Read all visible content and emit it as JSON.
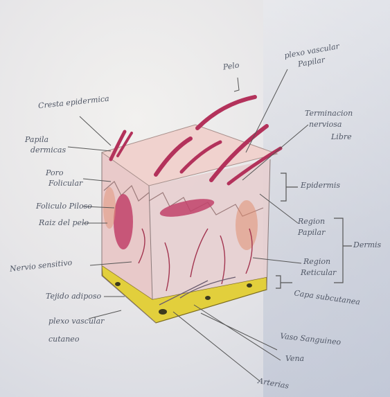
{
  "labels": {
    "pelo": "Pelo",
    "plexo_vascular_papilar_1": "plexo vascular",
    "plexo_vascular_papilar_2": "Papilar",
    "cresta_epidermica": "Cresta epidermica",
    "papila_dermica_1": "Papila",
    "papila_dermica_2": "dermicas",
    "terminacion_nerviosa_1": "Terminacion",
    "terminacion_nerviosa_2": "nerviosa",
    "terminacion_nerviosa_3": "Libre",
    "poro_folicular_1": "Poro",
    "poro_folicular_2": "Folicular",
    "epidermis": "Epidermis",
    "foliculo_piloso": "Foliculo Piloso",
    "raiz_del_pelo": "Raiz del pelo",
    "region_papilar_1": "Region",
    "region_papilar_2": "Papilar",
    "dermis": "Dermis",
    "nervio_sensitivo": "Nervio sensitivo",
    "region_reticular_1": "Region",
    "region_reticular_2": "Reticular",
    "tejido_adiposo": "Tejido adiposo",
    "capa_subcutanea": "Capa subcutanea",
    "plexo_vascular_cutaneo_1": "plexo vascular",
    "plexo_vascular_cutaneo_2": "cutaneo",
    "vaso_sanguineo": "Vaso Sanguineo",
    "vena": "Vena",
    "arteria": "Arterias"
  }
}
